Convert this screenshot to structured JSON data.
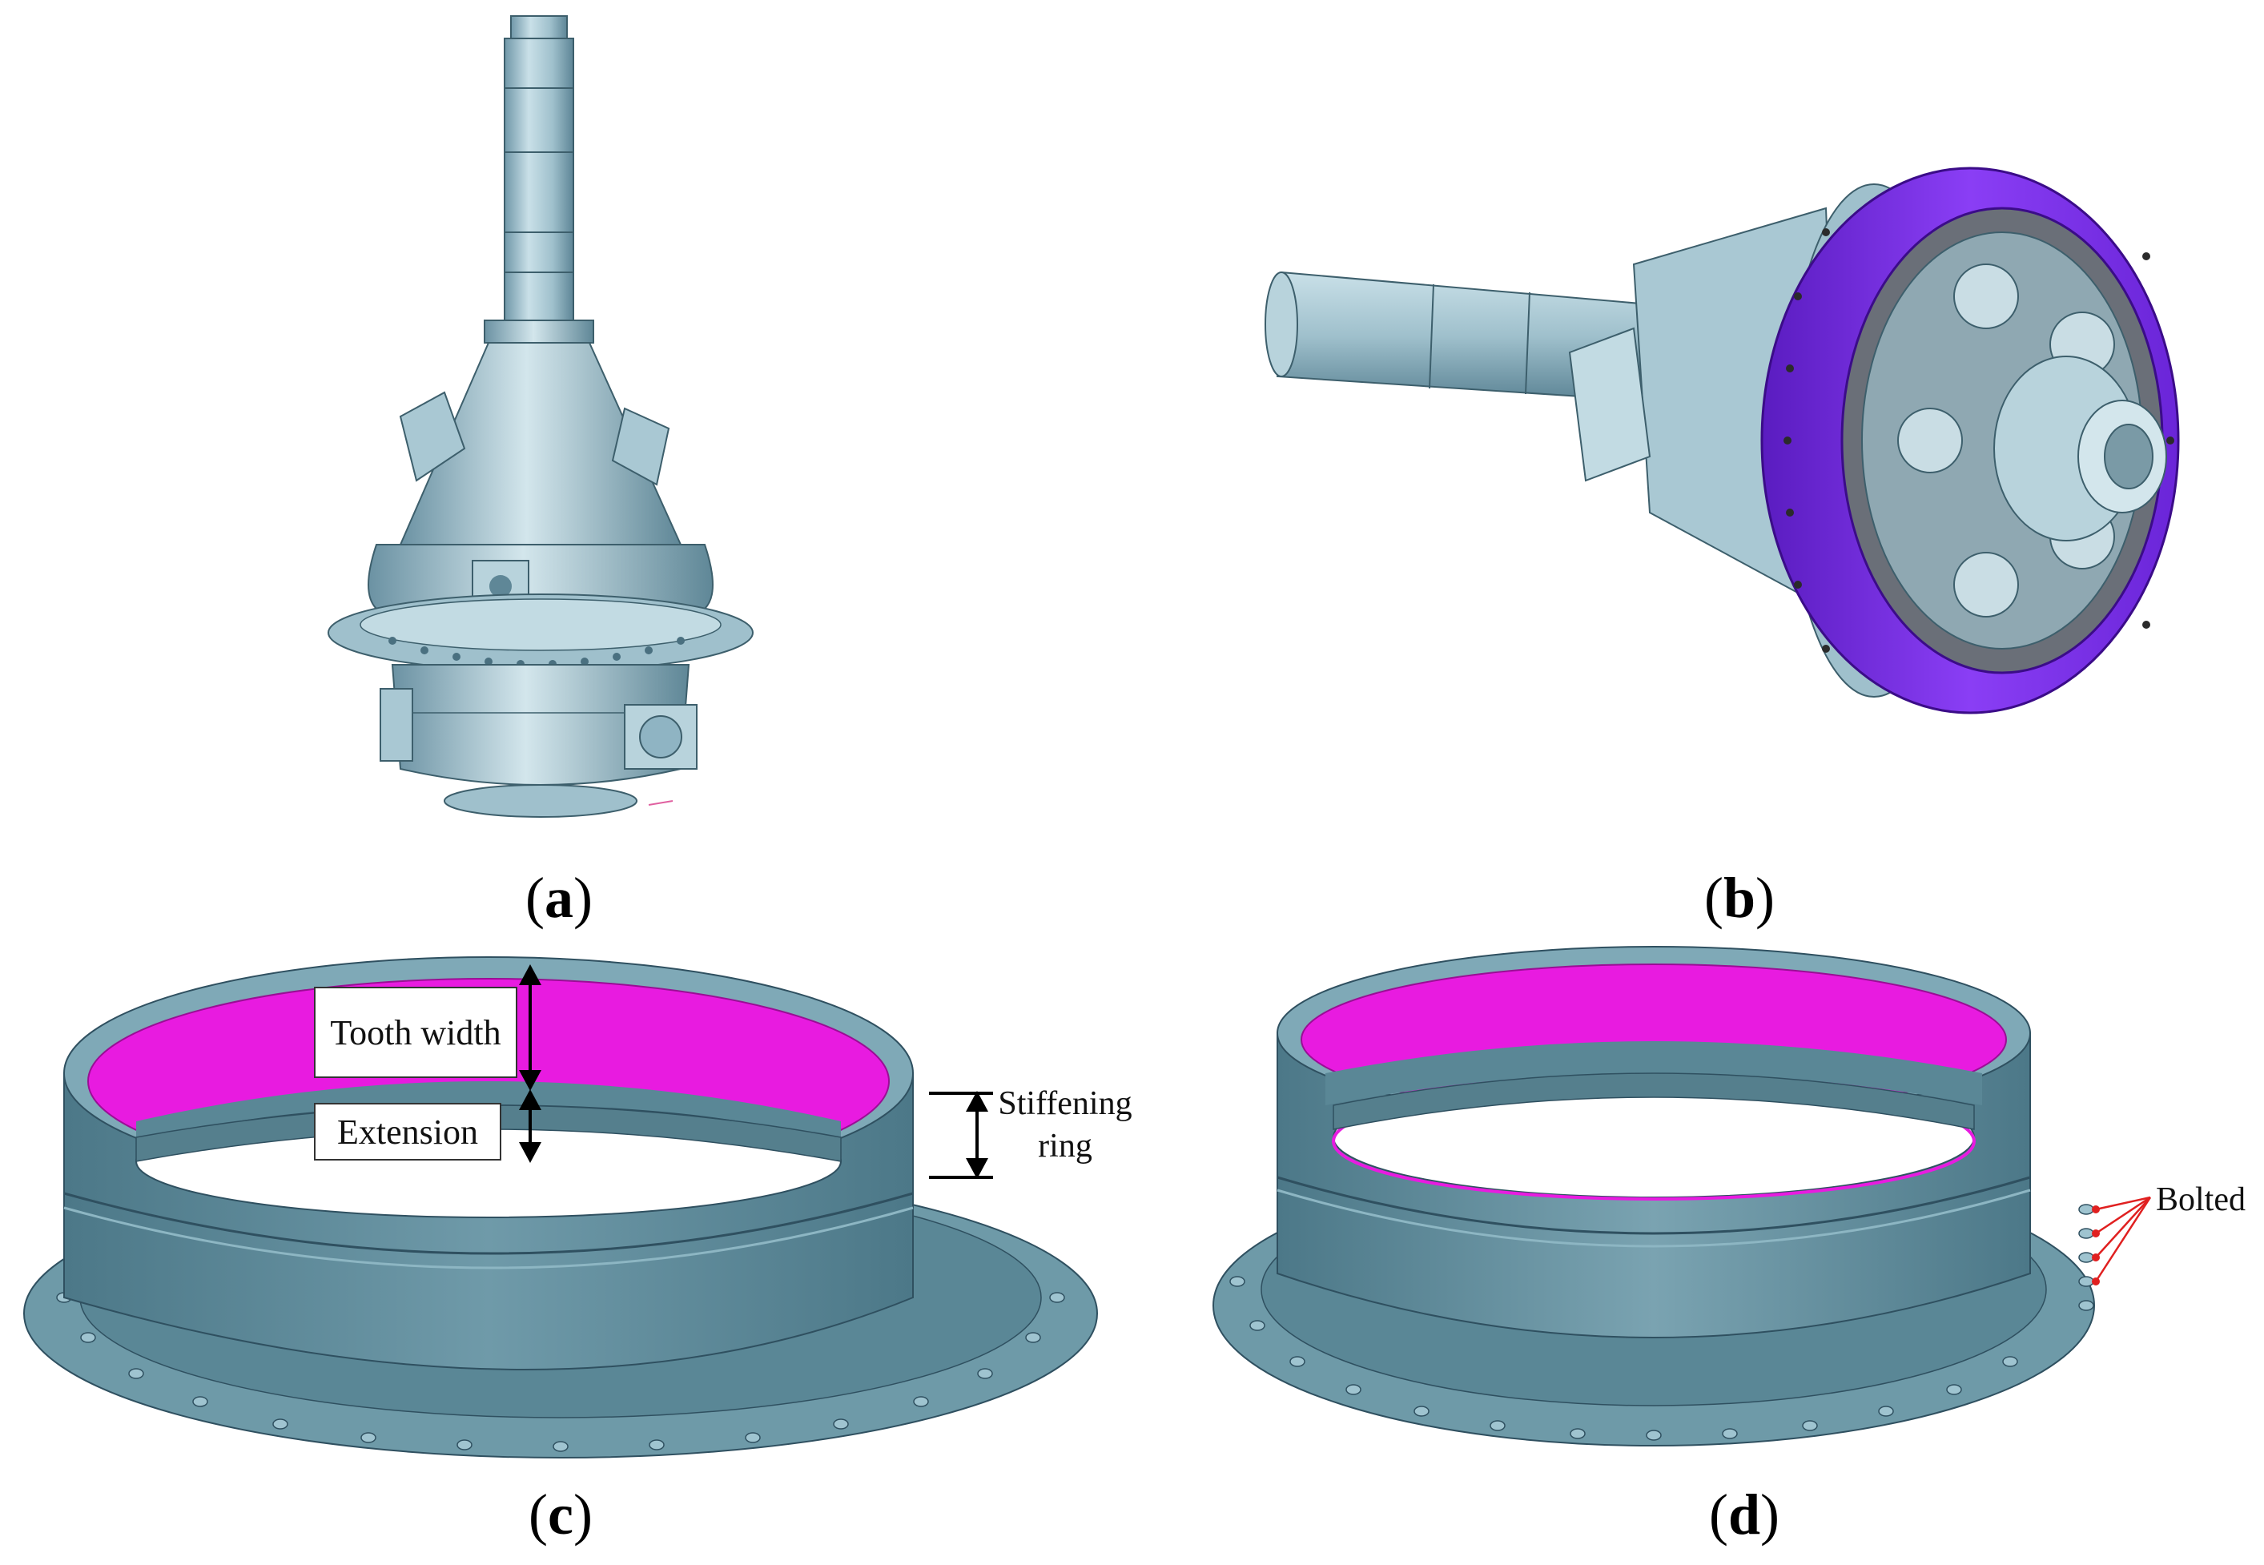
{
  "figure": {
    "panels": [
      {
        "id": "a",
        "caption_open": "(",
        "caption_letter": "a",
        "caption_close": ")"
      },
      {
        "id": "b",
        "caption_open": "(",
        "caption_letter": "b",
        "caption_close": ")"
      },
      {
        "id": "c",
        "caption_open": "(",
        "caption_letter": "c",
        "caption_close": ")"
      },
      {
        "id": "d",
        "caption_open": "(",
        "caption_letter": "d",
        "caption_close": ")"
      }
    ],
    "annotations": {
      "tooth_width": "Tooth width",
      "extension": "Extension",
      "stiffening_line1": "Stiffening",
      "stiffening_line2": "ring",
      "bolted": "Bolted"
    },
    "colors": {
      "steel": "#8fb4c3",
      "steel_dark": "#5f8797",
      "ring_body": "#5a8796",
      "magenta": "#e81be0",
      "purple": "#7a2ee6",
      "bolt_red": "#e02020"
    }
  }
}
